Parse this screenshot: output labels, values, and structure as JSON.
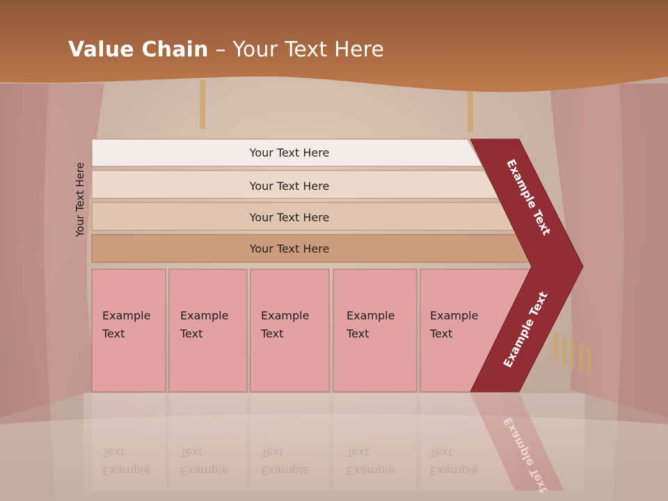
{
  "slide": {
    "title_strong": "Value Chain",
    "title_rest": " – Your Text Here",
    "side_label": "Your Text Here"
  },
  "bars": [
    {
      "label": "Your Text Here",
      "fill": "#f4ece8"
    },
    {
      "label": "Your Text Here",
      "fill": "#ecd9cc"
    },
    {
      "label": "Your Text Here",
      "fill": "#e2c5b0"
    },
    {
      "label": "Your Text Here",
      "fill": "#cc9c7c"
    }
  ],
  "boxes": [
    {
      "line1": "Example",
      "line2": "Text"
    },
    {
      "line1": "Example",
      "line2": "Text"
    },
    {
      "line1": "Example",
      "line2": "Text"
    },
    {
      "line1": "Example",
      "line2": "Text"
    },
    {
      "line1": "Example",
      "line2": "Text"
    }
  ],
  "chevron": {
    "upper_label": "Example Text",
    "lower_label": "Example Text",
    "fill": "#922e33"
  },
  "colors": {
    "title_band": "#b9764a",
    "box_fill": "#e2a2a3",
    "background": "#c9b8ad"
  }
}
